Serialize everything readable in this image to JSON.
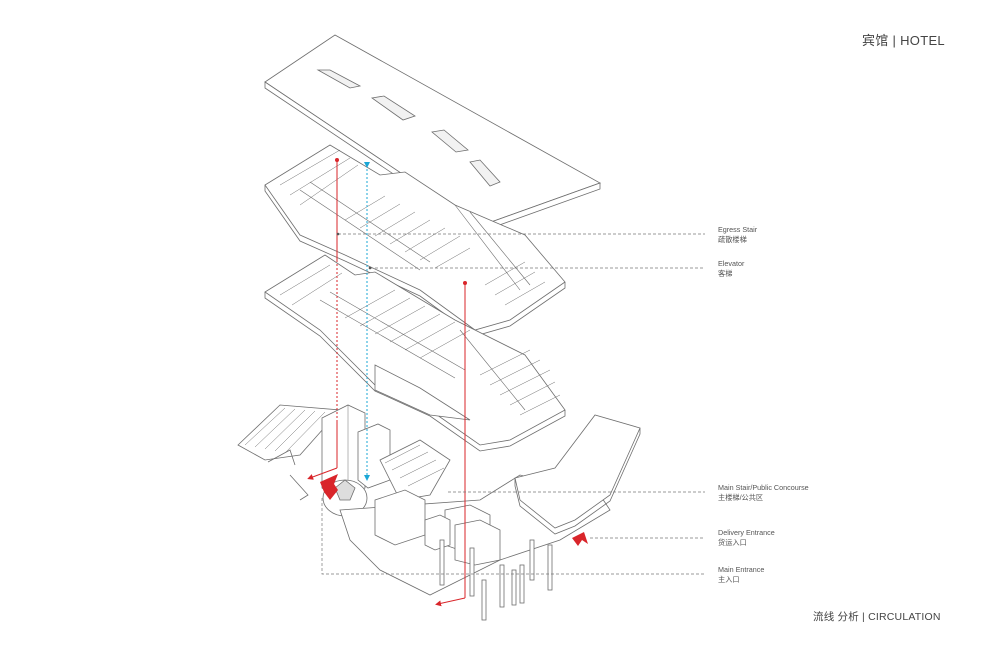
{
  "header": {
    "title": "宾馆 | HOTEL"
  },
  "footer": {
    "caption": "流线 分析 | CIRCULATION"
  },
  "labels": [
    {
      "en": "Egress Stair",
      "zh": "疏散楼梯"
    },
    {
      "en": "Elevator",
      "zh": "客梯"
    },
    {
      "en": "Main Stair/Public Concourse",
      "zh": "主楼梯/公共区"
    },
    {
      "en": "Delivery Entrance",
      "zh": "货运入口"
    },
    {
      "en": "Main Entrance",
      "zh": "主入口"
    }
  ],
  "colors": {
    "line": "#6e6e6e",
    "egress": "#d9252a",
    "elevator": "#1ba7d6",
    "leader": "#777777"
  }
}
